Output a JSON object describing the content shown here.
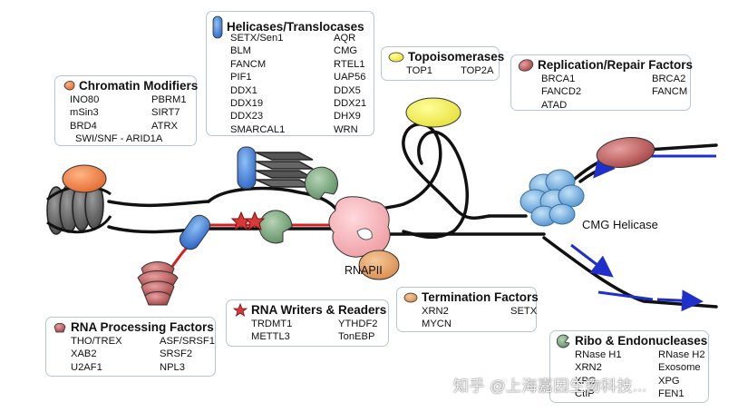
{
  "boxes": {
    "chromatin": {
      "title": "Chromatin Modifiers",
      "items": [
        "INO80",
        "PBRM1",
        "mSin3",
        "SIRT7",
        "BRD4",
        "ATRX"
      ],
      "footer": "SWI/SNF - ARID1A"
    },
    "helicases": {
      "title": "Helicases/Translocases",
      "items": [
        "SETX/Sen1",
        "AQR",
        "BLM",
        "CMG",
        "FANCM",
        "RTEL1",
        "PIF1",
        "UAP56",
        "DDX1",
        "DDX5",
        "DDX19",
        "DDX21",
        "DDX23",
        "DHX9",
        "SMARCAL1",
        "WRN"
      ]
    },
    "topoisomerases": {
      "title": "Topoisomerases",
      "items": [
        "TOP1",
        "TOP2A"
      ]
    },
    "replication": {
      "title": "Replication/Repair Factors",
      "items": [
        "BRCA1",
        "BRCA2",
        "FANCD2",
        "FANCM",
        "ATAD",
        ""
      ]
    },
    "rna_processing": {
      "title": "RNA Processing Factors",
      "items": [
        "THO/TREX",
        "ASF/SRSF1",
        "XAB2",
        "SRSF2",
        "U2AF1",
        "NPL3"
      ]
    },
    "rna_writers": {
      "title": "RNA Writers & Readers",
      "items": [
        "TRDMT1",
        "YTHDF2",
        "METTL3",
        "TonEBP"
      ]
    },
    "termination": {
      "title": "Termination Factors",
      "items": [
        "XRN2",
        "SETX",
        "MYCN",
        ""
      ]
    },
    "ribo": {
      "title": "Ribo & Endonucleases",
      "items": [
        "RNase H1",
        "RNase H2",
        "XRN2",
        "Exosome",
        "XPG",
        "XPG",
        "CtIP",
        "FEN1"
      ]
    }
  },
  "labels": {
    "rnapii": "RNAPII",
    "cmg": "CMG Helicase"
  },
  "watermark": "知乎 @上海嘉因生物科技...",
  "colors": {
    "helicase_blue": "#3a78d0",
    "topo_yellow": "#f2ee3c",
    "repair_red": "#b44a4a",
    "chromatin_orange": "#f07a45",
    "rna_processing_red": "#c46a6a",
    "writer_star_red": "#d83a3a",
    "termination_orange": "#e8a060",
    "ribo_green": "#6f9f72",
    "polymerase_pink": "#f5b0b4",
    "cmg_blue": "#6aa8d8",
    "fork_arrow_blue": "#1f2fcc",
    "rna_strand_red": "#d42020"
  }
}
